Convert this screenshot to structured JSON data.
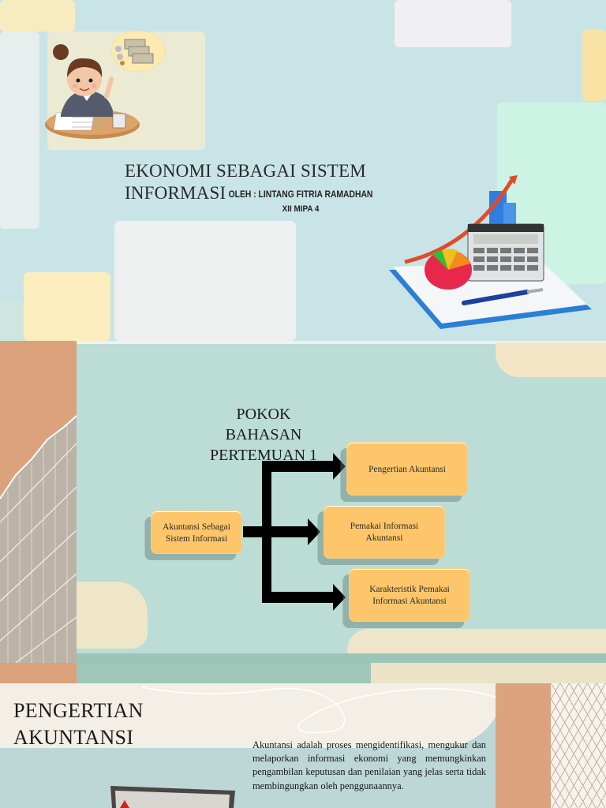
{
  "slide1": {
    "title": "EKONOMI SEBAGAI SISTEM INFORMASI",
    "author_line": "OLEH : LINTANG FITRIA RAMADHAN",
    "class_line": "XII MIPA 4",
    "illustrations": [
      "woman-at-desk-thinking-of-money",
      "financial-chart-calculator-pen"
    ]
  },
  "slide2": {
    "title_lines": [
      "POKOK",
      "BAHASAN",
      "PERTEMUAN 1"
    ],
    "root_box": "Akuntansi Sebagai Sistem Informasi",
    "branches": [
      {
        "label": "Pengertian Akuntansi"
      },
      {
        "label": "Pemakai Informasi Akuntansi"
      },
      {
        "label": "Karakteristik Pemakai Informasi Akuntansi"
      }
    ],
    "colors": {
      "box": "#fdc66a",
      "arrow": "#000000",
      "background": "#bcdcd6",
      "accent_left": "#dba27c"
    }
  },
  "slide3": {
    "title_lines": [
      "PENGERTIAN",
      "AKUNTANSI"
    ],
    "body": "Akuntansi adalah proses mengidentifikasi, mengukur dan melaporkan informasi ekonomi yang memungkinkan pengambilan keputusan dan penilaian yang jelas serta tidak membingungkan oleh penggunaannya.",
    "colors": {
      "accent": "#dca47e",
      "background": "#bdd7d6"
    }
  }
}
